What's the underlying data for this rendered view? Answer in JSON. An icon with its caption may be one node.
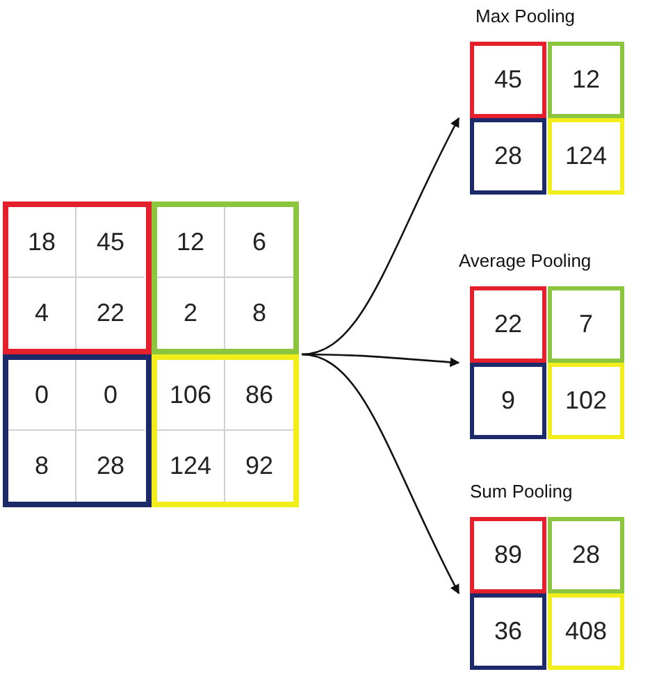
{
  "diagram": {
    "nodes": [
      {
        "text": [],
        "shape": "box"
      },
      {
        "text": [],
        "shape": "box",
        "in": 0
      },
      {
        "text": [
          "18"
        ],
        "in": 1
      },
      {
        "text": [
          "45"
        ],
        "in": 1
      },
      {
        "text": [
          "4"
        ],
        "in": 1
      },
      {
        "text": [
          "22"
        ],
        "in": 1
      },
      {
        "text": [],
        "shape": "box",
        "in": 0
      },
      {
        "text": [
          "12"
        ],
        "in": 6
      },
      {
        "text": [
          "6"
        ],
        "in": 6
      },
      {
        "text": [
          "2"
        ],
        "in": 6
      },
      {
        "text": [
          "8"
        ],
        "in": 6
      },
      {
        "text": [],
        "shape": "box",
        "in": 0
      },
      {
        "text": [
          "0"
        ],
        "in": 11
      },
      {
        "text": [
          "0"
        ],
        "in": 11
      },
      {
        "text": [
          "8"
        ],
        "in": 11
      },
      {
        "text": [
          "28"
        ],
        "in": 11
      },
      {
        "text": [],
        "shape": "box",
        "in": 0
      },
      {
        "text": [
          "106"
        ],
        "in": 16
      },
      {
        "text": [
          "86"
        ],
        "in": 16
      },
      {
        "text": [
          "124"
        ],
        "in": 16
      },
      {
        "text": [
          "92"
        ],
        "in": 16
      },
      {
        "text": [
          "Max Pooling"
        ]
      },
      {
        "text": [
          "45"
        ],
        "in": 21
      },
      {
        "text": [
          "12"
        ],
        "in": 21
      },
      {
        "text": [
          "28"
        ],
        "in": 21
      },
      {
        "text": [
          "124"
        ],
        "in": 21
      },
      {
        "text": [
          "Average Pooling"
        ]
      },
      {
        "text": [
          "22"
        ],
        "in": 26
      },
      {
        "text": [
          "7"
        ],
        "in": 26
      },
      {
        "text": [
          "9"
        ],
        "in": 26
      },
      {
        "text": [
          "102"
        ],
        "in": 26
      },
      {
        "text": [
          "Sum Pooling"
        ]
      },
      {
        "text": [
          "89"
        ],
        "in": 31
      },
      {
        "text": [
          "28"
        ],
        "in": 31
      },
      {
        "text": [
          "36"
        ],
        "in": 31
      },
      {
        "text": [
          "408"
        ],
        "in": 31
      }
    ],
    "edges": [
      {
        "from": 0,
        "to": 21,
        "arrow": "to"
      },
      {
        "from": 0,
        "to": 26,
        "arrow": "to"
      },
      {
        "from": 0,
        "to": 31,
        "arrow": "to"
      }
    ]
  }
}
